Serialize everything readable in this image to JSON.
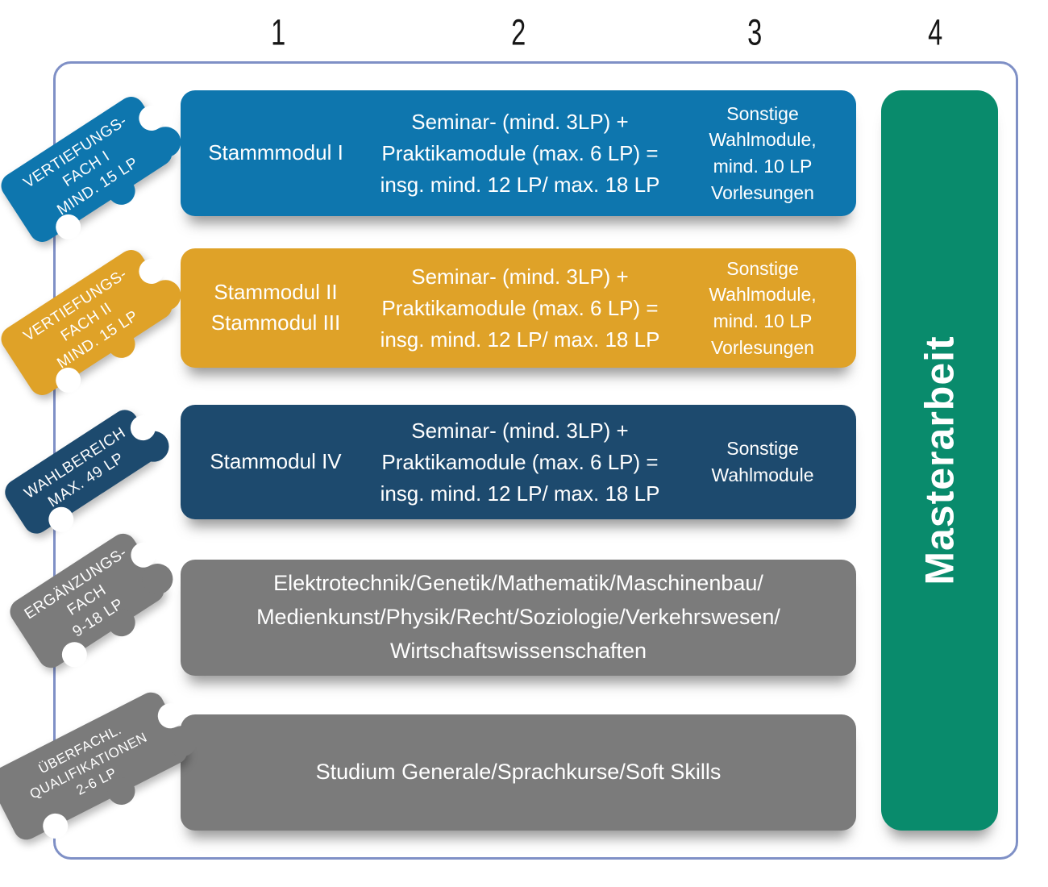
{
  "palette": {
    "blue": "#0e76ae",
    "orange": "#dfa228",
    "navy": "#1d4a6e",
    "gray": "#7b7b7b",
    "green": "#098b6c",
    "frame_border": "#7f90c6",
    "header_text": "#161616",
    "row_text": "#ffffff"
  },
  "columns": [
    {
      "label": "1"
    },
    {
      "label": "2"
    },
    {
      "label": "3"
    },
    {
      "label": "4"
    }
  ],
  "tags": [
    {
      "name": "vertiefungsfach-i",
      "color": "#0e76ae",
      "text": "VERTIEFUNGS-\nFACH I\nMIND. 15 LP"
    },
    {
      "name": "vertiefungsfach-ii",
      "color": "#dfa228",
      "text": "VERTIEFUNGS-\nFACH II\nMIND. 15 LP"
    },
    {
      "name": "wahlbereich",
      "color": "#1d4a6e",
      "text": "WAHLBEREICH\nMAX. 49 LP"
    },
    {
      "name": "ergaenzungsfach",
      "color": "#7b7b7b",
      "text": "ERGÄNZUNGS-\nFACH\n9-18 LP"
    },
    {
      "name": "ueberfachliche-qualifikationen",
      "color": "#7b7b7b",
      "text": "ÜBERFACHL.\nQUALIFIKATIONEN\n2-6 LP"
    }
  ],
  "rows": [
    {
      "name": "stammmodul-i",
      "color": "#0e76ae",
      "col1": "Stammmodul I",
      "col2": "Seminar- (mind. 3LP) +\nPraktikamodule (max. 6 LP) =\ninsg. mind. 12 LP/ max. 18 LP",
      "col3": "Sonstige\nWahlmodule,\nmind. 10 LP\nVorlesungen"
    },
    {
      "name": "stammodul-ii-iii",
      "color": "#dfa228",
      "col1": "Stammodul II\nStammodul III",
      "col2": "Seminar- (mind. 3LP) +\nPraktikamodule (max. 6 LP) =\ninsg. mind. 12 LP/ max. 18 LP",
      "col3": "Sonstige\nWahlmodule,\nmind. 10 LP\nVorlesungen"
    },
    {
      "name": "stammodul-iv",
      "color": "#1d4a6e",
      "col1": "Stammodul IV",
      "col2": "Seminar- (mind. 3LP) +\nPraktikamodule (max. 6 LP) =\ninsg. mind. 12 LP/ max. 18 LP",
      "col3": "Sonstige\nWahlmodule"
    },
    {
      "name": "ergaenzungsfach-faecher",
      "color": "#7b7b7b",
      "text": "Elektrotechnik/Genetik/Mathematik/Maschinenbau/\nMedienkunst/Physik/Recht/Soziologie/Verkehrswesen/\nWirtschaftswissenschaften"
    },
    {
      "name": "ueberfachliche-qualifikationen-row",
      "color": "#7b7b7b",
      "text": "Studium Generale/Sprachkurse/Soft Skills"
    }
  ],
  "master_column": {
    "label": "Masterarbeit",
    "color": "#098b6c"
  }
}
